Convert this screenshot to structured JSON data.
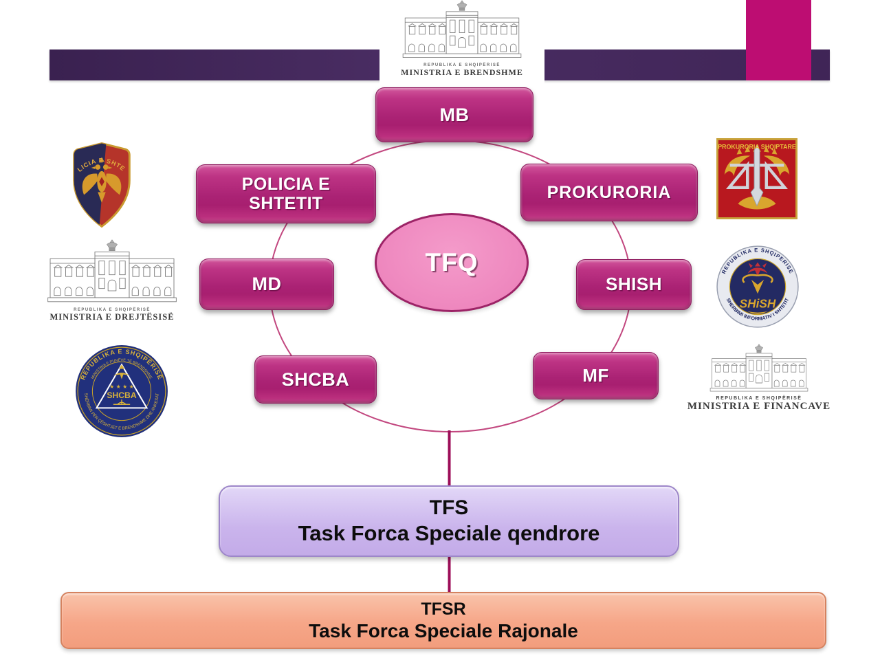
{
  "colors": {
    "accent_magenta": "#bd0d72",
    "bar_purple": "#44265c",
    "node_pink": "#b72e7e",
    "tfq_fill": "#ef8ac0",
    "tfs_fill": "#cab4ec",
    "tfsr_fill": "#f6a688",
    "connector": "#9c0e58"
  },
  "header": {
    "mb_logo": {
      "caption_small": "REPUBLIKA E SHQIPËRISË",
      "caption": "MINISTRIA E BRENDSHME"
    }
  },
  "center": {
    "label": "TFQ"
  },
  "nodes": {
    "mb": {
      "label": "MB"
    },
    "policia": {
      "label": "POLICIA E SHTETIT"
    },
    "prokuroria": {
      "label": "PROKURORIA"
    },
    "md": {
      "label": "MD"
    },
    "shish": {
      "label": "SHISH"
    },
    "shcba": {
      "label": "SHCBA"
    },
    "mf": {
      "label": "MF"
    }
  },
  "tfs": {
    "title": "TFS",
    "subtitle": "Task Forca Speciale qendrore"
  },
  "tfsr": {
    "title": "TFSR",
    "subtitle": "Task Forca Speciale Rajonale"
  },
  "logos": {
    "police": {
      "arc": "POLICIA E SHTETIT"
    },
    "md": {
      "caption_small": "REPUBLIKA E SHQIPËRISË",
      "name": "MINISTRIA E DREJTËSISË"
    },
    "shcba": {
      "ring_top": "REPUBLIKA E SHQIPËRISË",
      "ring_mid": "MINISTRIA E PUNËVE TË BRENDSHME",
      "ring_bottom": "SHËRBIMI PËR ÇËSHTJET E BRENDSHME DHE ANKESAT",
      "stars": "★ ★ ★ ★",
      "acronym": "SHCBA"
    },
    "prokuroria": {
      "banner": "PROKURORIA SHQIPTARE"
    },
    "shish": {
      "ring_top": "REPUBLIKA E SHQIPERISE",
      "ring_bottom": "SHERBIMI INFORMATIV I SHTETIT",
      "acronym": "SHiSH"
    },
    "mf": {
      "caption_small": "REPUBLIKA E SHQIPËRISË",
      "name": "MINISTRIA E FINANCAVE"
    }
  }
}
